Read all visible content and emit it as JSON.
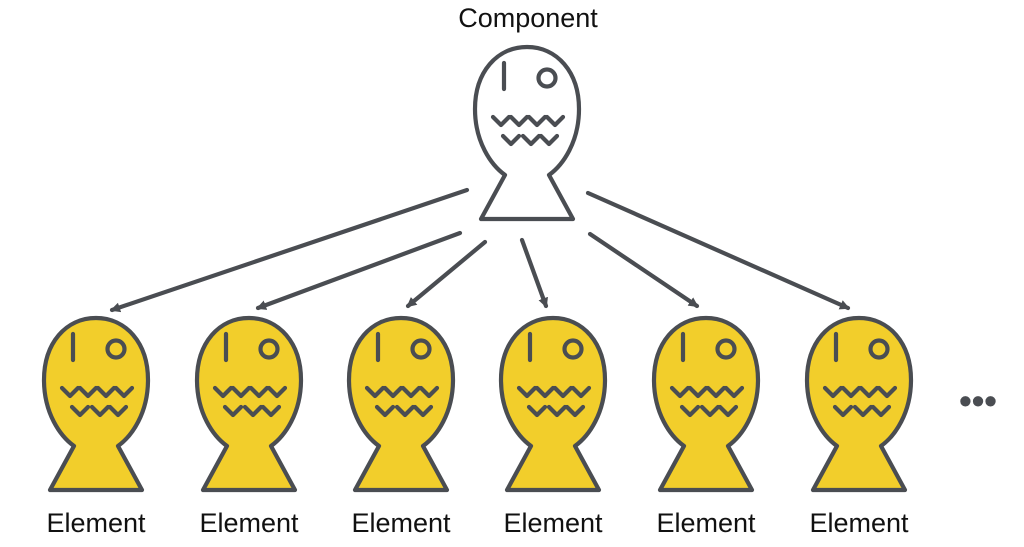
{
  "diagram": {
    "parent": {
      "label": "Component",
      "icon": "fish-bread-outline-icon",
      "fill": "#ffffff"
    },
    "children": [
      {
        "label": "Element",
        "icon": "fish-bread-filled-icon"
      },
      {
        "label": "Element",
        "icon": "fish-bread-filled-icon"
      },
      {
        "label": "Element",
        "icon": "fish-bread-filled-icon"
      },
      {
        "label": "Element",
        "icon": "fish-bread-filled-icon"
      },
      {
        "label": "Element",
        "icon": "fish-bread-filled-icon"
      },
      {
        "label": "Element",
        "icon": "fish-bread-filled-icon"
      }
    ],
    "ellipsis": "•••",
    "colors": {
      "stroke": "#4a4d52",
      "child_fill": "#f2ce2b",
      "parent_fill": "#ffffff",
      "text": "#111111"
    }
  }
}
